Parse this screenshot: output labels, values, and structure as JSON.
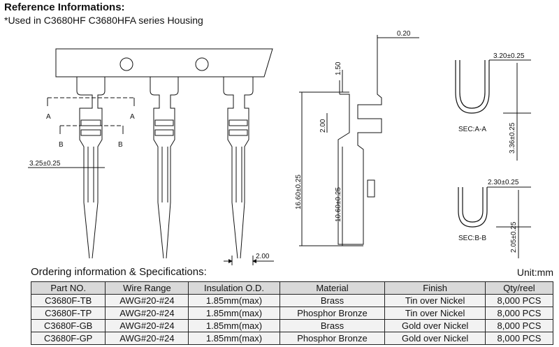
{
  "header": {
    "title": "Reference Informations:",
    "subtitle": "*Used in  C3680HF C3680HFA series Housing"
  },
  "drawing": {
    "section_a_label": "A",
    "section_b_label": "B",
    "dim_pitch_width": "3.25±0.25",
    "dim_pitch": "2.00",
    "dim_thickness": "0.20",
    "dim_total_length": "16.60±0.25",
    "dim_upper": "1.50",
    "dim_mid": "2.00",
    "dim_lower_length": "10.60±0.25",
    "sec_a_width": "3.20±0.25",
    "sec_a_height": "3.36±0.25",
    "sec_a_label": "SEC:A-A",
    "sec_b_width": "2.30±0.25",
    "sec_b_height": "2.05±0.25",
    "sec_b_label": "SEC:B-B"
  },
  "ordering": {
    "title": "Ordering information & Specifications:",
    "unit": "Unit:mm",
    "headers": [
      "Part NO.",
      "Wire Range",
      "Insulation O.D.",
      "Material",
      "Finish",
      "Qty/reel"
    ],
    "rows": [
      [
        "C3680F-TB",
        "AWG#20-#24",
        "1.85mm(max)",
        "Brass",
        "Tin over Nickel",
        "8,000 PCS"
      ],
      [
        "C3680F-TP",
        "AWG#20-#24",
        "1.85mm(max)",
        "Phosphor Bronze",
        "Tin over Nickel",
        "8,000 PCS"
      ],
      [
        "C3680F-GB",
        "AWG#20-#24",
        "1.85mm(max)",
        "Brass",
        "Gold over Nickel",
        "8,000 PCS"
      ],
      [
        "C3680F-GP",
        "AWG#20-#24",
        "1.85mm(max)",
        "Phosphor Bronze",
        "Gold over Nickel",
        "8,000 PCS"
      ]
    ]
  }
}
